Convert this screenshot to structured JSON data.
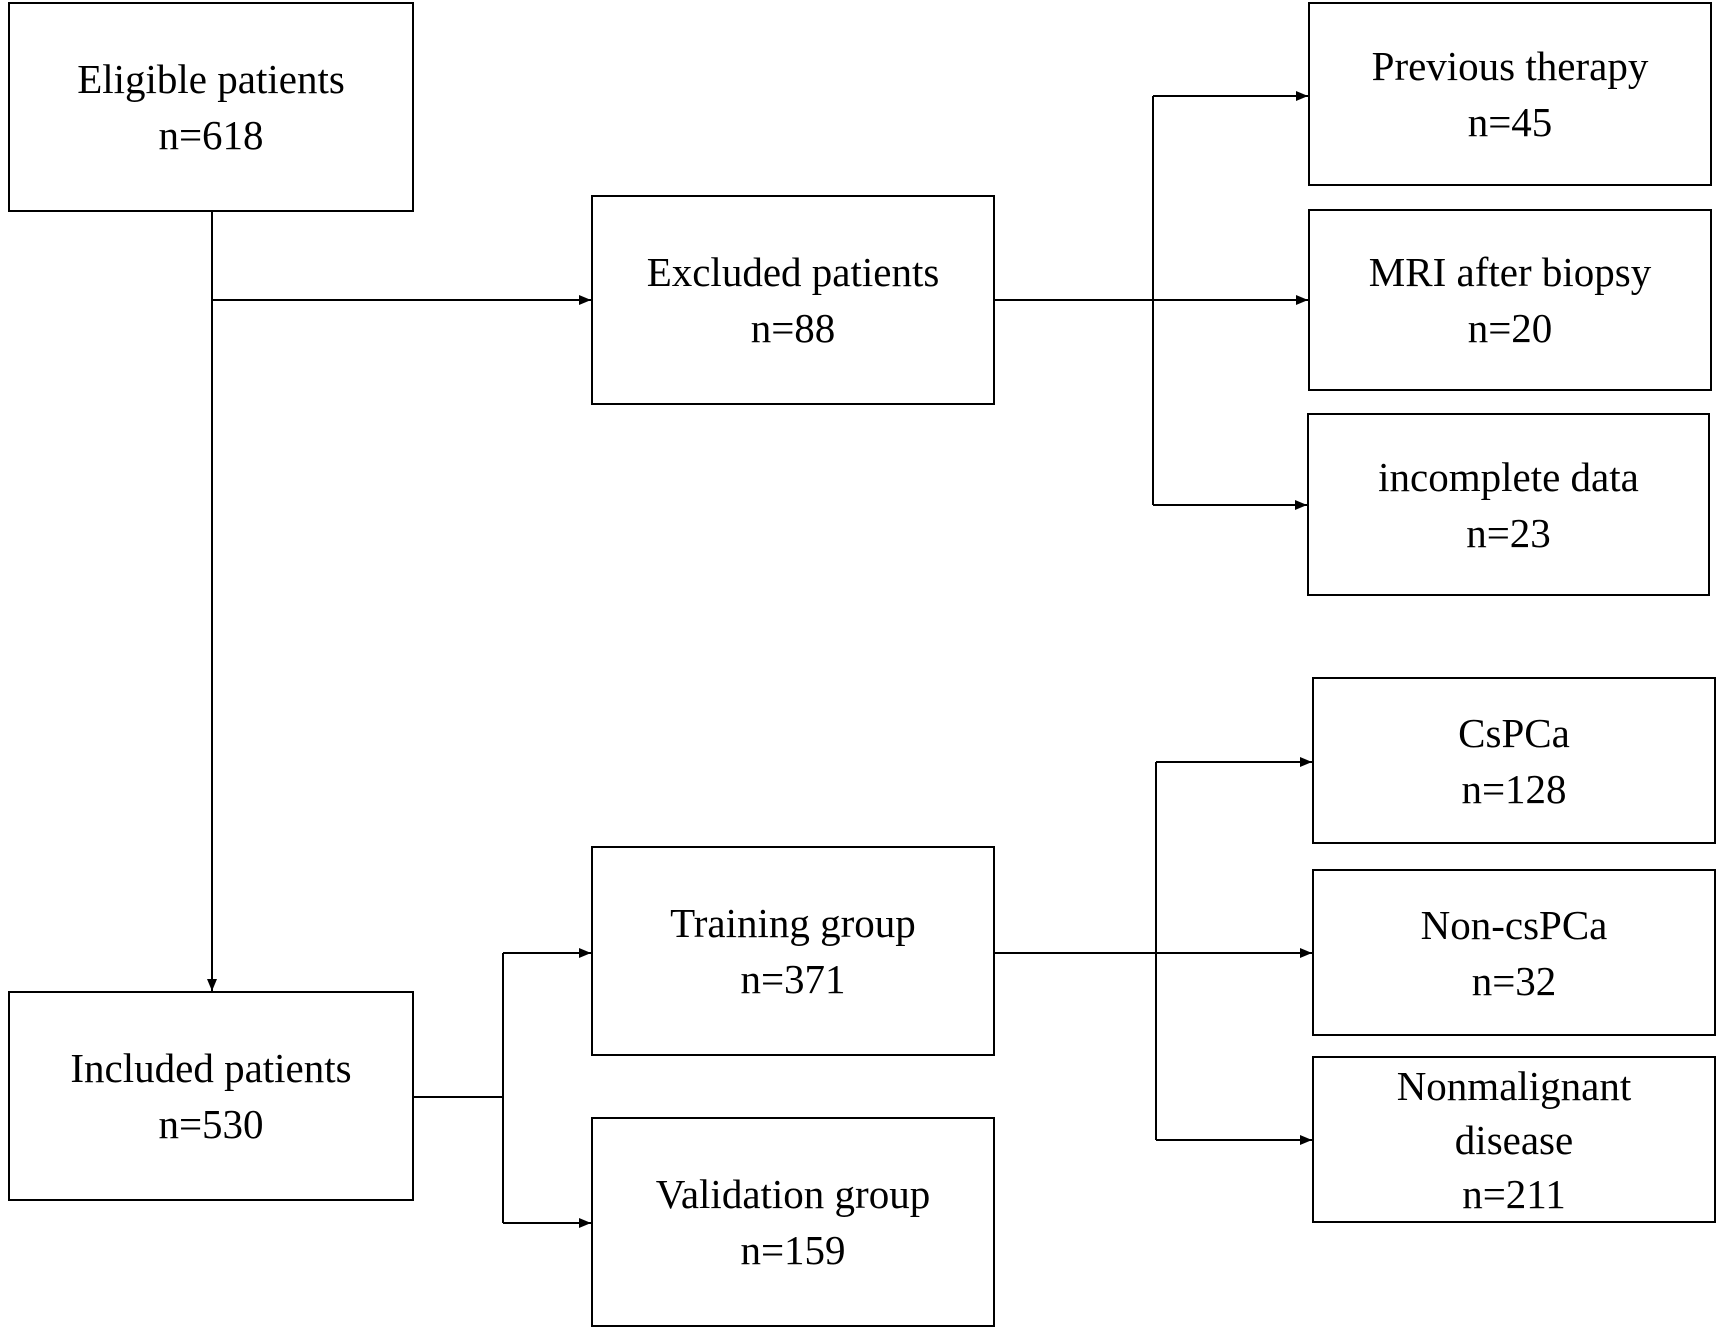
{
  "nodes": {
    "eligible": {
      "label": "Eligible patients",
      "count": "n=618"
    },
    "excluded": {
      "label": "Excluded patients",
      "count": "n=88"
    },
    "previous_therapy": {
      "label": "Previous therapy",
      "count": "n=45"
    },
    "mri_after_biopsy": {
      "label": "MRI after biopsy",
      "count": "n=20"
    },
    "incomplete_data": {
      "label": "incomplete data",
      "count": "n=23"
    },
    "included": {
      "label": "Included patients",
      "count": "n=530"
    },
    "training": {
      "label": "Training group",
      "count": "n=371"
    },
    "validation": {
      "label": "Validation group",
      "count": "n=159"
    },
    "cspca": {
      "label": "CsPCa",
      "count": "n=128"
    },
    "non_cspca": {
      "label": "Non-csPCa",
      "count": "n=32"
    },
    "nonmalignant": {
      "label_line1": "Nonmalignant",
      "label_line2": "disease",
      "count": "n=211"
    }
  },
  "colors": {
    "stroke": "#000000",
    "fill": "#ffffff",
    "text": "#000000"
  }
}
